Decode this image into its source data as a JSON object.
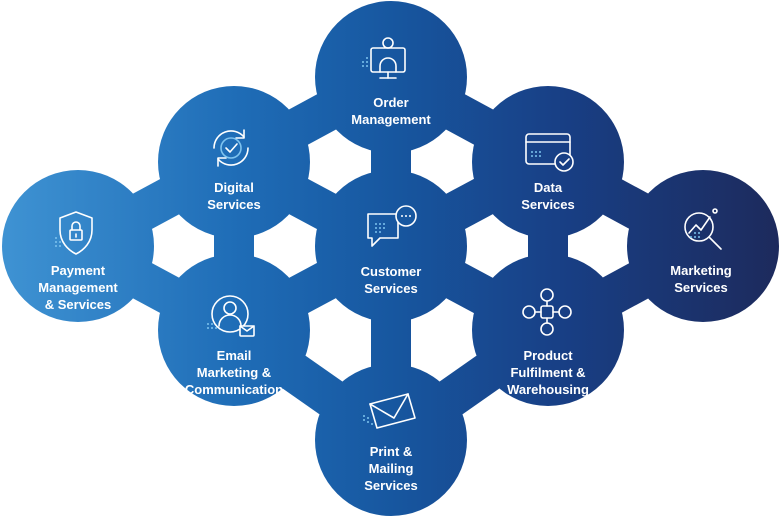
{
  "colors": {
    "left": "#3f93d3",
    "mid_left": "#1f6db7",
    "center": "#1757a0",
    "mid_right": "#183f85",
    "right": "#1d2a5c",
    "icon_stroke": "#ffffff",
    "icon_accent": "#7ec3ef"
  },
  "nodes": [
    {
      "id": "order-management",
      "icon": "presenter-screen-icon",
      "lines": [
        "Order",
        "Management"
      ]
    },
    {
      "id": "digital-services",
      "icon": "refresh-check-icon",
      "lines": [
        "Digital",
        "Services"
      ]
    },
    {
      "id": "data-services",
      "icon": "card-check-icon",
      "lines": [
        "Data",
        "Services"
      ]
    },
    {
      "id": "payment-management",
      "icon": "shield-lock-icon",
      "lines": [
        "Payment",
        "Management",
        "& Services"
      ]
    },
    {
      "id": "customer-services",
      "icon": "chat-bubbles-icon",
      "lines": [
        "Customer",
        "Services"
      ]
    },
    {
      "id": "marketing-services",
      "icon": "magnifier-chart-icon",
      "lines": [
        "Marketing",
        "Services"
      ]
    },
    {
      "id": "email-marketing",
      "icon": "person-mail-icon",
      "lines": [
        "Email",
        "Marketing &",
        "Communication"
      ]
    },
    {
      "id": "product-fulfilment",
      "icon": "flow-nodes-icon",
      "lines": [
        "Product",
        "Fulfilment &",
        "Warehousing"
      ]
    },
    {
      "id": "print-mailing",
      "icon": "envelope-icon",
      "lines": [
        "Print &",
        "Mailing",
        "Services"
      ]
    }
  ]
}
